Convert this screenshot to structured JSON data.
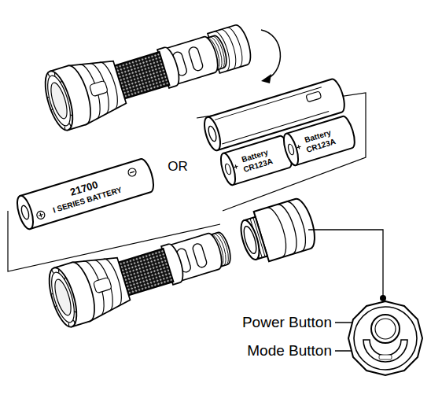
{
  "diagram": {
    "labels": [
      "21700",
      "I SERIES BATTERY",
      "OR",
      "Battery",
      "CR123A",
      "Battery",
      "CR123A",
      "Power Button",
      "Mode Button"
    ]
  }
}
